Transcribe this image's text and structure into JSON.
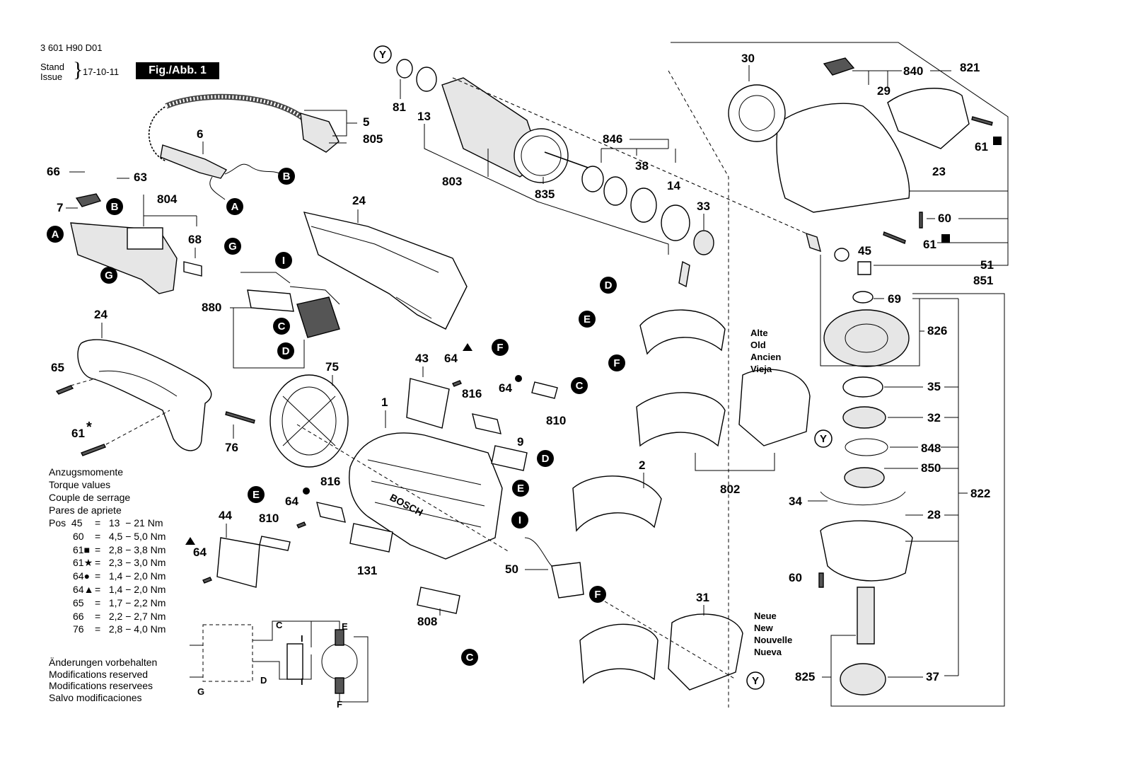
{
  "header": {
    "doc_code": "3 601 H90 D01",
    "stand_label": "Stand",
    "issue_label": "Issue",
    "date": "17-10-11",
    "fig_label": "Fig./Abb. 1"
  },
  "torque": {
    "titles": [
      "Anzugsmomente",
      "Torque values",
      "Couple de serrage",
      "Pares de apriete"
    ],
    "rows": [
      {
        "pos": "Pos  45",
        "value": "=   13  − 21 Nm"
      },
      {
        "pos": "60",
        "value": "=   4,5 − 5,0 Nm"
      },
      {
        "pos": "61■",
        "value": "=   2,8 − 3,8 Nm"
      },
      {
        "pos": "61★",
        "value": "=   2,3 − 3,0 Nm"
      },
      {
        "pos": "64●",
        "value": "=   1,4 − 2,0 Nm"
      },
      {
        "pos": "64▲",
        "value": "=   1,4 − 2,0 Nm"
      },
      {
        "pos": "65",
        "value": "=   1,7 − 2,2 Nm"
      },
      {
        "pos": "66",
        "value": "=   2,2 − 2,7 Nm"
      },
      {
        "pos": "76",
        "value": "=   2,8 − 4,0 Nm"
      }
    ]
  },
  "modifications": [
    "Änderungen vorbehalten",
    "Modifications reserved",
    "Modifications reservees",
    "Salvo modificaciones"
  ],
  "stator_old": [
    "Alte",
    "Old",
    "Ancien",
    "Vieja"
  ],
  "stator_new": [
    "Neue",
    "New",
    "Nouvelle",
    "Nueva"
  ],
  "brand": "BOSCH",
  "part_numbers": {
    "p1": "1",
    "p2": "2",
    "p5": "5",
    "p805": "805",
    "p6": "6",
    "p7": "7",
    "p9": "9",
    "p13": "13",
    "p14": "14",
    "p23": "23",
    "p24a": "24",
    "p24b": "24",
    "p28": "28",
    "p29": "29",
    "p30": "30",
    "p31": "31",
    "p32": "32",
    "p33": "33",
    "p34": "34",
    "p35": "35",
    "p37": "37",
    "p38": "38",
    "p43": "43",
    "p44": "44",
    "p45": "45",
    "p50": "50",
    "p51": "51",
    "p60a": "60",
    "p60b": "60",
    "p61a": "61",
    "p61b": "61",
    "p61c": "61",
    "p63": "63",
    "p64a": "64",
    "p64b": "64",
    "p64c": "64",
    "p64d": "64",
    "p65": "65",
    "p66": "66",
    "p68": "68",
    "p69": "69",
    "p75": "75",
    "p76": "76",
    "p81": "81",
    "p131": "131",
    "p802": "802",
    "p803": "803",
    "p804": "804",
    "p808": "808",
    "p810a": "810",
    "p810b": "810",
    "p816a": "816",
    "p816b": "816",
    "p821": "821",
    "p822": "822",
    "p825": "825",
    "p826": "826",
    "p835": "835",
    "p840": "840",
    "p846": "846",
    "p848": "848",
    "p850": "850",
    "p851": "851",
    "p880": "880"
  },
  "callouts": {
    "A": "A",
    "B": "B",
    "C": "C",
    "D": "D",
    "E": "E",
    "F": "F",
    "G": "G",
    "I": "I",
    "Y": "Y"
  },
  "wiring": {
    "C": "C",
    "D": "D",
    "E": "E",
    "F": "F",
    "G": "G",
    "I": "I"
  }
}
